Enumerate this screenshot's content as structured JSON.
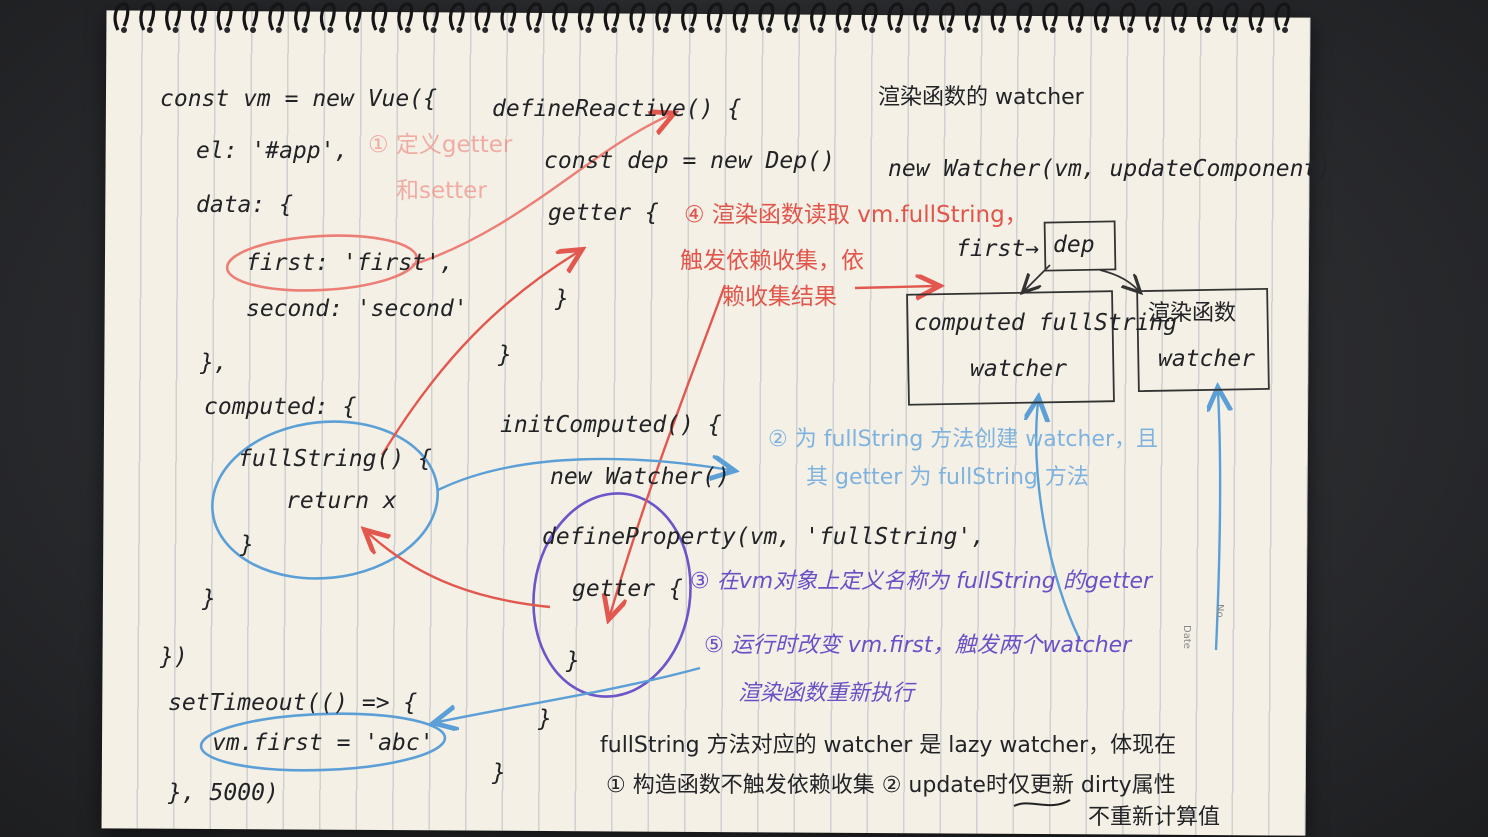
{
  "code_lines": {
    "l1": "const vm = new Vue({",
    "l2": "el: '#app',",
    "l3": "data: {",
    "l4": "first: 'first',",
    "l5": "second: 'second'",
    "l6": "},",
    "l7": "computed: {",
    "l8": "fullString() {",
    "l9": "return x",
    "l10": "}",
    "l11": "}",
    "l12": "})",
    "l13": "setTimeout(() => {",
    "l14": "vm.first = 'abc'",
    "l15": "}, 5000)"
  },
  "define_reactive": {
    "l1": "defineReactive() {",
    "l2": "const dep = new Dep()",
    "l3": "getter {",
    "l4": "}",
    "l5": "}"
  },
  "init_computed": {
    "l1": "initComputed() {",
    "l2": "new Watcher()",
    "l3": "defineProperty(vm, 'fullString',",
    "l4": "getter {",
    "l5": "}",
    "l6": "}",
    "l7": "}"
  },
  "annotations": {
    "a1_line1": "① 定义getter",
    "a1_line2": "和setter",
    "a2_line1": "② 为 fullString 方法创建 watcher，且",
    "a2_line2": "其 getter 为 fullString 方法",
    "a3": "③ 在vm对象上定义名称为 fullString 的getter",
    "a4_line1": "④ 渲染函数读取 vm.fullString，",
    "a4_line2": "触发依赖收集，依",
    "a4_line3": "赖收集结果",
    "a5_line1": "⑤ 运行时改变 vm.first，触发两个watcher",
    "a5_line2": "渲染函数重新执行"
  },
  "right_panel": {
    "title": "渲染函数的 watcher",
    "new_watcher": "new Watcher(vm, updateComponent)",
    "first_dep": "first→",
    "dep": "dep",
    "computed_box_l1": "computed fullString",
    "computed_box_l2": "watcher",
    "render_box_l1": "渲染函数",
    "render_box_l2": "watcher"
  },
  "footer": {
    "l1": "fullString 方法对应的 watcher 是 lazy watcher，体现在",
    "l2": "① 构造函数不触发依赖收集 ② update时仅更新 dirty属性",
    "l3": "不重新计算值"
  },
  "notebook_margin": {
    "date": "Date",
    "no": "No."
  },
  "colors": {
    "paper": "#f4f0e6",
    "ink": "#222326",
    "red": "#e2584f",
    "blue": "#5b9fd6",
    "purple": "#6c54c9",
    "background": "#2b2c2e"
  }
}
